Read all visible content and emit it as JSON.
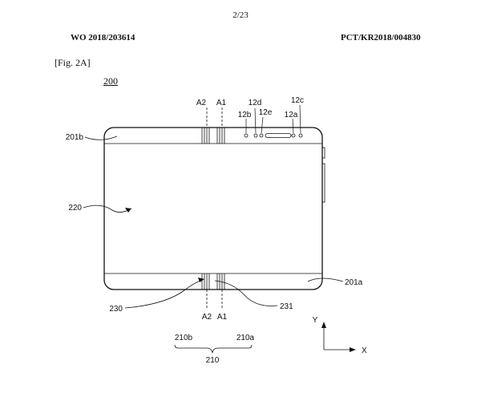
{
  "header": {
    "page_number": "2/23",
    "publication_number": "WO 2018/203614",
    "application_number": "PCT/KR2018/004830"
  },
  "figure": {
    "label": "[Fig. 2A]",
    "number": "200"
  },
  "refs": {
    "a2_top": "A2",
    "a1_top": "A1",
    "r12b": "12b",
    "r12d": "12d",
    "r12e": "12e",
    "r12a": "12a",
    "r12c": "12c",
    "r201b": "201b",
    "r220": "220",
    "r201a": "201a",
    "r230": "230",
    "r231": "231",
    "a2_bottom": "A2",
    "a1_bottom": "A1",
    "r210b": "210b",
    "r210a": "210a",
    "r210": "210"
  },
  "axes": {
    "y_label": "Y",
    "x_label": "X"
  }
}
